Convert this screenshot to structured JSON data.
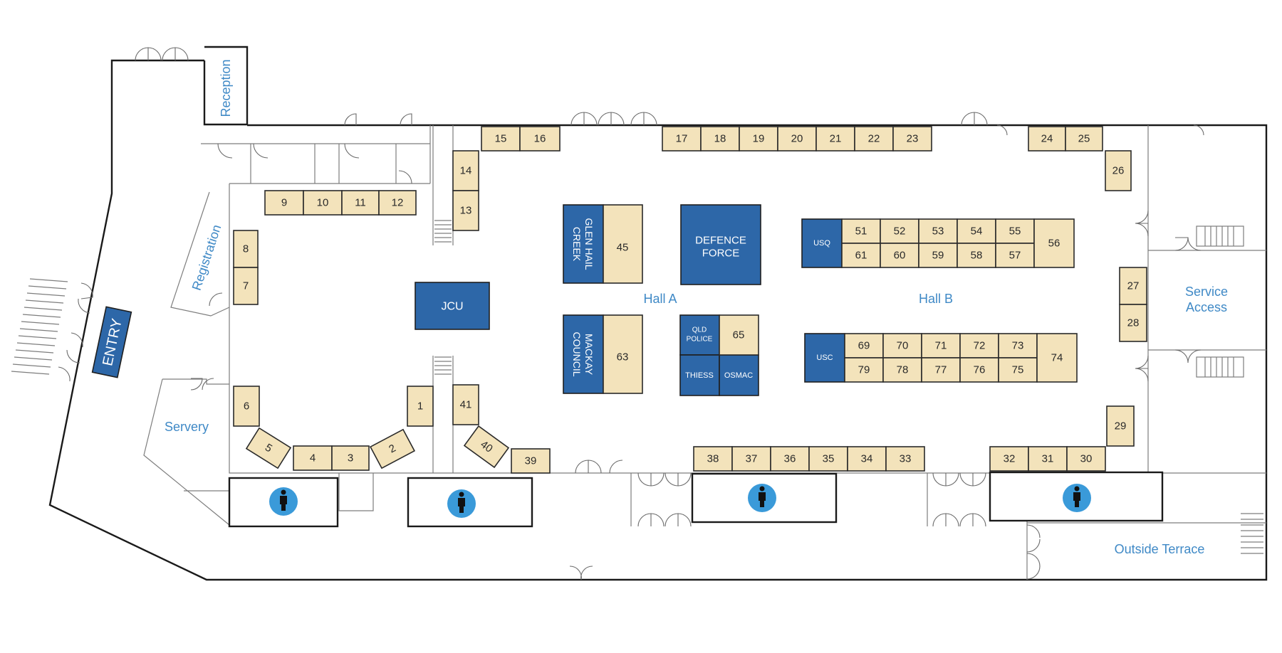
{
  "map": {
    "labels": {
      "reception": "Reception",
      "registration": "Registration",
      "entry": "ENTRY",
      "servery": "Servery",
      "hall_a": "Hall A",
      "hall_b": "Hall B",
      "service_access_1": "Service",
      "service_access_2": "Access",
      "outside_terrace": "Outside Terrace"
    },
    "booths": [
      "1",
      "2",
      "3",
      "4",
      "5",
      "6",
      "7",
      "8",
      "9",
      "10",
      "11",
      "12",
      "13",
      "14",
      "15",
      "16",
      "17",
      "18",
      "19",
      "20",
      "21",
      "22",
      "23",
      "24",
      "25",
      "26",
      "27",
      "28",
      "29",
      "30",
      "31",
      "32",
      "33",
      "34",
      "35",
      "36",
      "37",
      "38",
      "39",
      "40",
      "41",
      "45",
      "51",
      "52",
      "53",
      "54",
      "55",
      "56",
      "57",
      "58",
      "59",
      "60",
      "61",
      "63",
      "65",
      "69",
      "70",
      "71",
      "72",
      "73",
      "74",
      "75",
      "76",
      "77",
      "78",
      "79"
    ],
    "sponsors": {
      "glen_hail_creek_1": "GLEN HAIL",
      "glen_hail_creek_2": "CREEK",
      "defence_force_1": "DEFENCE",
      "defence_force_2": "FORCE",
      "jcu": "JCU",
      "mackay_council_1": "MACKAY",
      "mackay_council_2": "COUNCIL",
      "qld_police_1": "QLD",
      "qld_police_2": "POLICE",
      "thiess": "THIESS",
      "osmac": "OSMAC",
      "usq": "USQ",
      "usc": "USC"
    },
    "colors": {
      "booth_fill": "#f3e3bb",
      "sponsor_fill": "#2d67a8",
      "label_text": "#3f89c6",
      "toilet_icon": "#3a9ad9"
    },
    "icons": [
      "toilet-icon",
      "door-icon",
      "stairs-icon"
    ]
  }
}
